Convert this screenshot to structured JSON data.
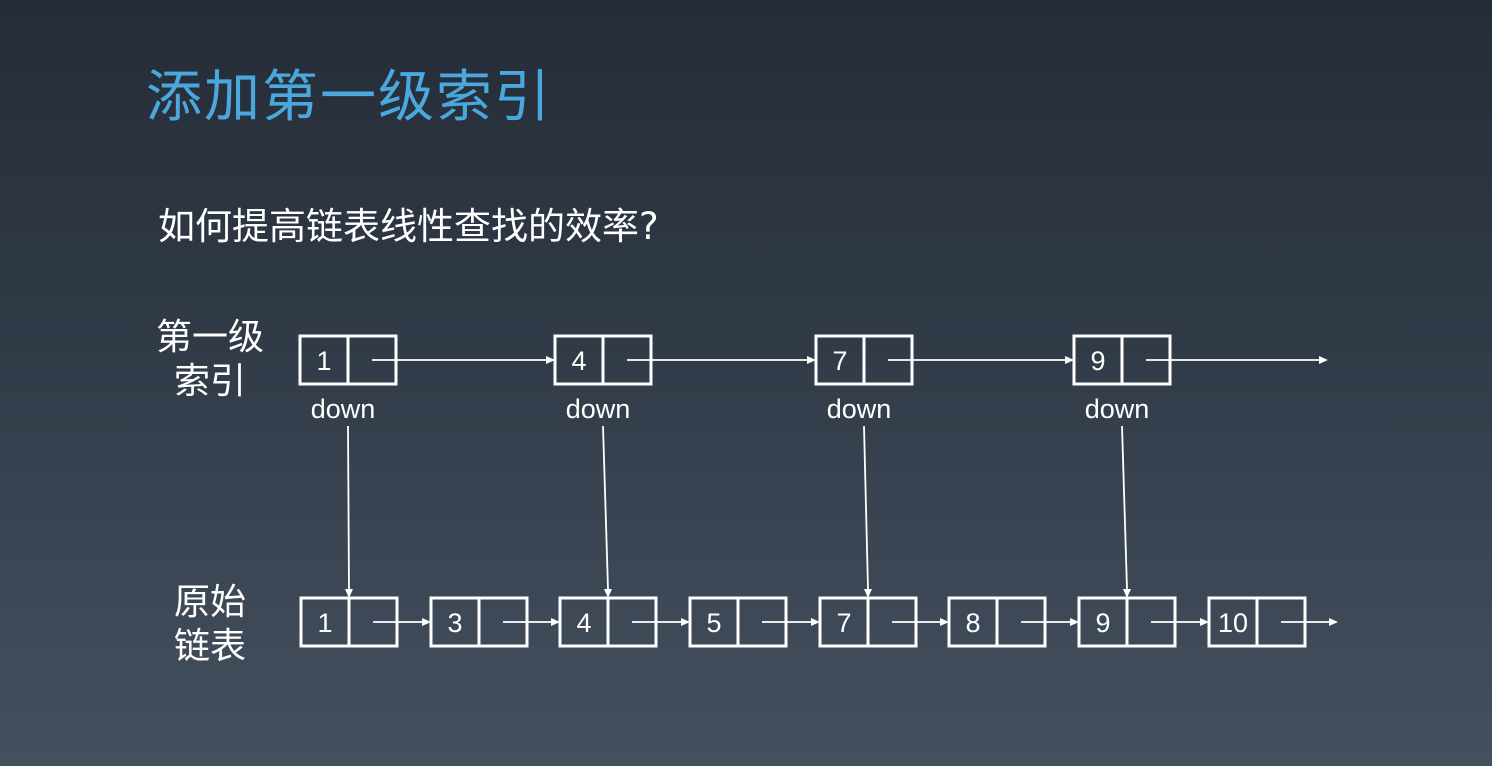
{
  "slide": {
    "title": "添加第一级索引",
    "question": "如何提高链表线性查找的效率?"
  },
  "labels": {
    "index_level": [
      "第一级",
      "索引"
    ],
    "base_list": [
      "原始",
      "链表"
    ]
  },
  "diagram": {
    "index_nodes": [
      "1",
      "4",
      "7",
      "9"
    ],
    "base_nodes": [
      "1",
      "3",
      "4",
      "5",
      "7",
      "8",
      "9",
      "10"
    ],
    "down_label": "down",
    "down_links": [
      {
        "from": 0,
        "to": 0
      },
      {
        "from": 1,
        "to": 2
      },
      {
        "from": 2,
        "to": 4
      },
      {
        "from": 3,
        "to": 6
      }
    ]
  },
  "colors": {
    "title": "#4aa8de",
    "foreground": "#ffffff",
    "background_top": "#242c37",
    "background_bottom": "#45505f"
  }
}
